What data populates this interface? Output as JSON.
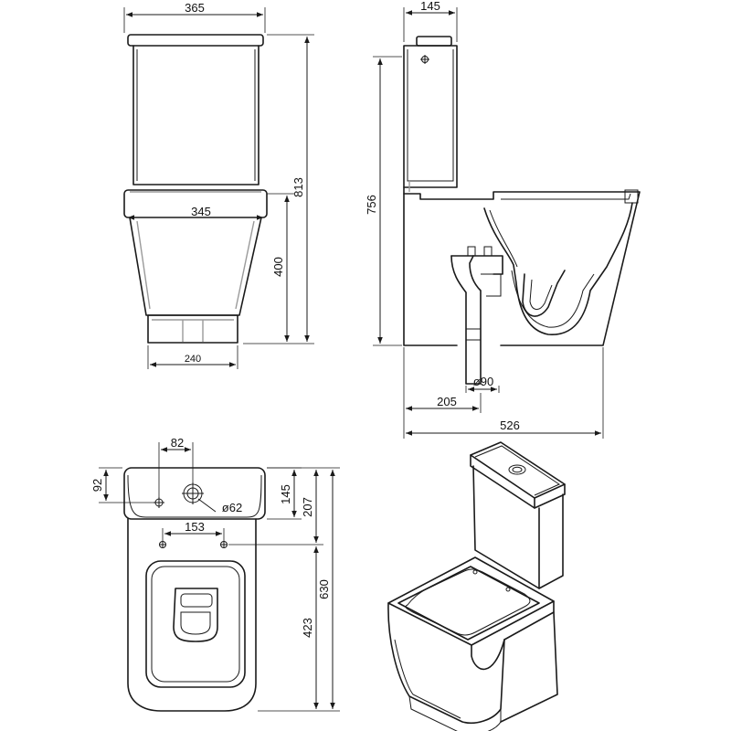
{
  "dimensions": {
    "front_width_top": "365",
    "front_width_pan": "345",
    "front_width_base": "240",
    "front_height_total": "813",
    "front_height_pan": "400",
    "side_width_tank": "145",
    "side_height": "756",
    "side_outlet_diameter": "ø90",
    "side_outlet_offset": "205",
    "side_depth": "526",
    "plan_hole_spacing_top": "82",
    "plan_hole_offset": "92",
    "plan_hole_diameter": "ø62",
    "plan_fix_spacing": "153",
    "plan_tank_depth": "145",
    "plan_fix_depth": "207",
    "plan_pan_depth": "423",
    "plan_total_depth": "630"
  },
  "colors": {
    "line": "#1a1a1a",
    "ghost": "#9a9a9a",
    "background": "#ffffff"
  }
}
